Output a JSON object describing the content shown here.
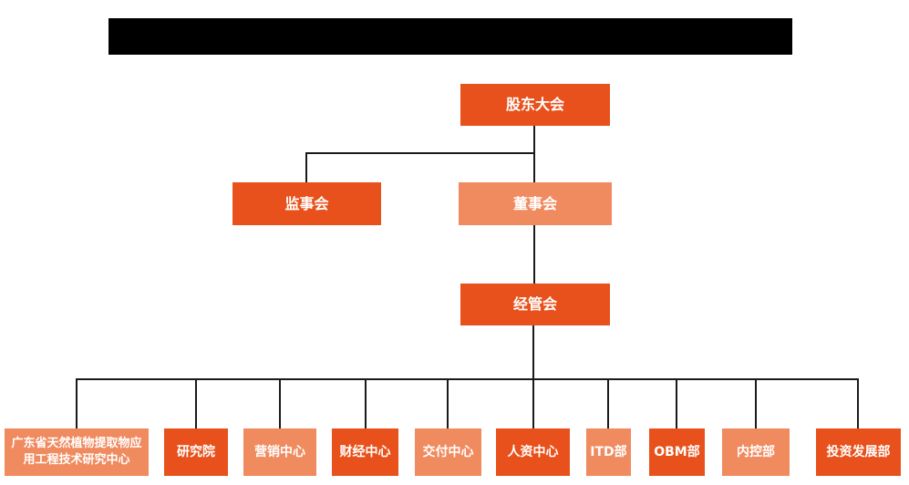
{
  "colors": {
    "box_dark": "#E8511B",
    "box_light": "#F08A5F",
    "connector_line": "#1a1a1a",
    "redacted_bar": "#000000",
    "text": "#ffffff"
  },
  "chart": {
    "root": {
      "label": "股东大会",
      "variant": "dark"
    },
    "supervisory": {
      "label": "监事会",
      "variant": "dark"
    },
    "board": {
      "label": "董事会",
      "variant": "light"
    },
    "management": {
      "label": "经管会",
      "variant": "dark"
    },
    "departments": [
      {
        "label": "广东省天然植物提取物应用工程技术研究中心",
        "variant": "light"
      },
      {
        "label": "研究院",
        "variant": "dark"
      },
      {
        "label": "营销中心",
        "variant": "light"
      },
      {
        "label": "财经中心",
        "variant": "dark"
      },
      {
        "label": "交付中心",
        "variant": "light"
      },
      {
        "label": "人资中心",
        "variant": "dark"
      },
      {
        "label": "ITD部",
        "variant": "light"
      },
      {
        "label": "OBM部",
        "variant": "dark"
      },
      {
        "label": "内控部",
        "variant": "light"
      },
      {
        "label": "投资发展部",
        "variant": "dark"
      }
    ]
  }
}
